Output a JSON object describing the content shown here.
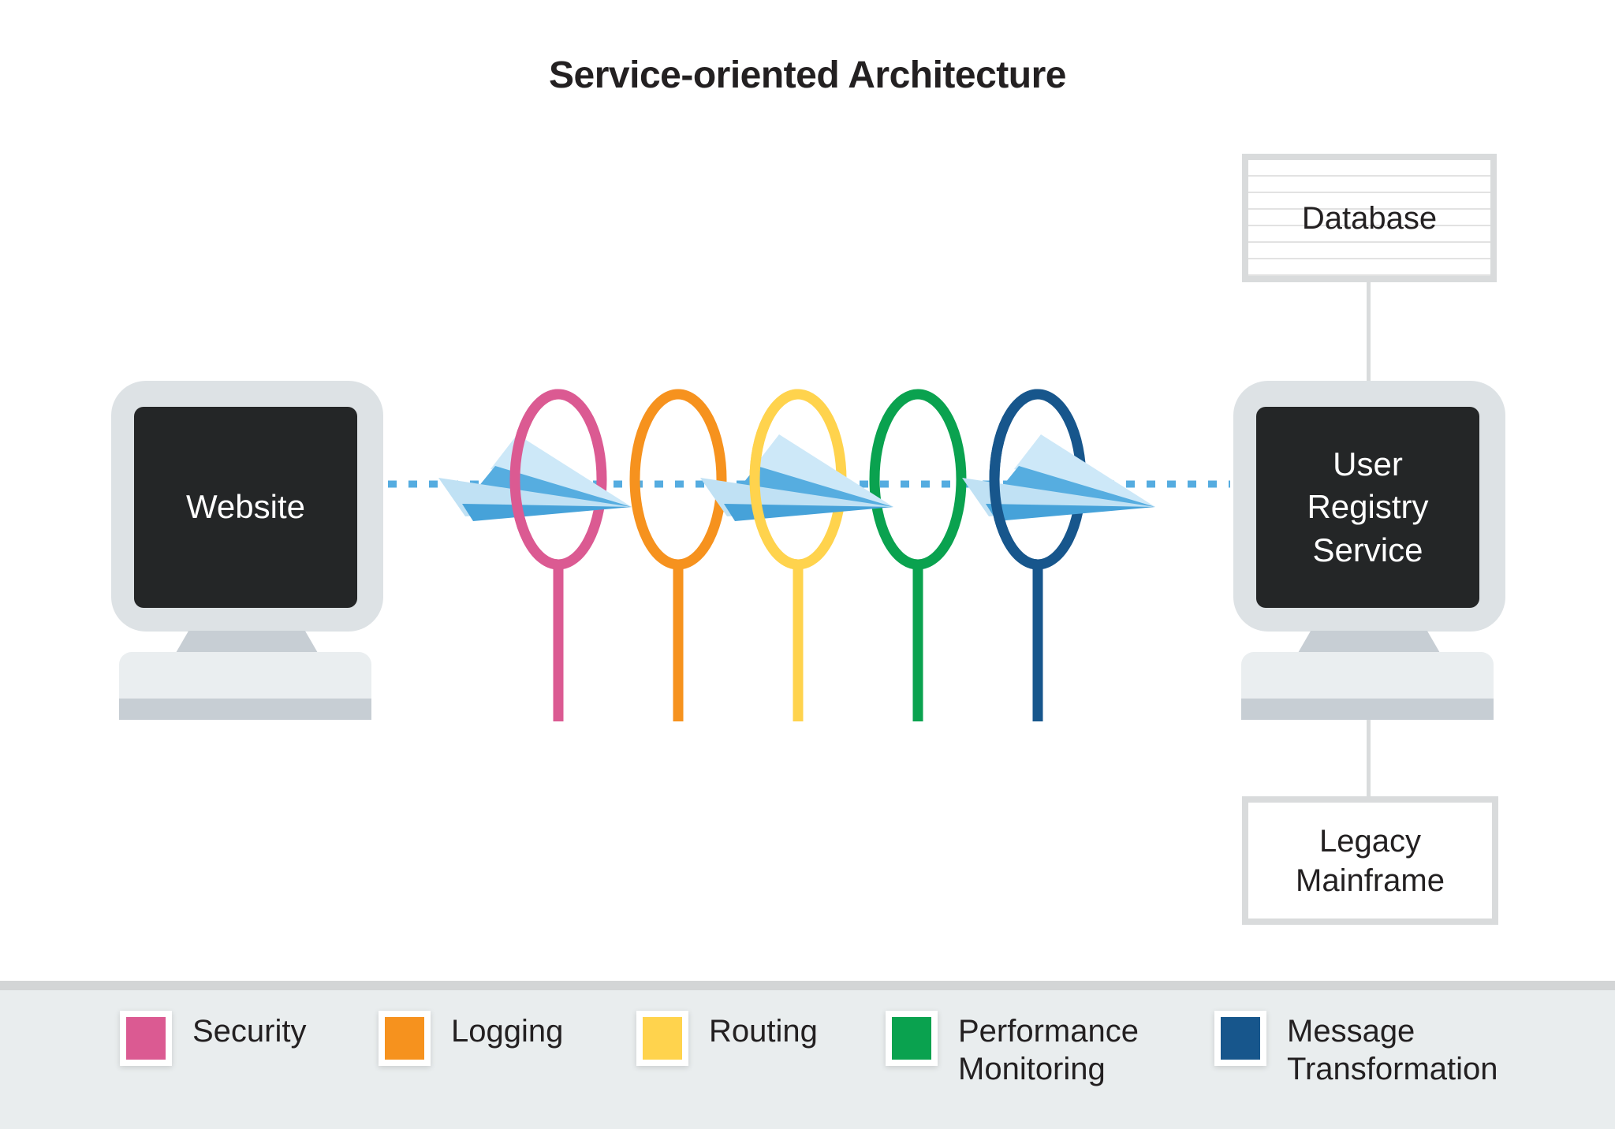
{
  "title": "Service-oriented Architecture",
  "nodes": {
    "website": {
      "label": "Website"
    },
    "user_registry": {
      "label": "User\nRegistry\nService"
    },
    "database": {
      "label": "Database"
    },
    "legacy_mainframe": {
      "label": "Legacy\nMainframe"
    }
  },
  "pipeline": {
    "flow_color": "#55ACE0",
    "rings": [
      {
        "name": "security",
        "color": "#DB5A92"
      },
      {
        "name": "logging",
        "color": "#F6921E"
      },
      {
        "name": "routing",
        "color": "#FFD34D"
      },
      {
        "name": "performance-monitoring",
        "color": "#0AA24F"
      },
      {
        "name": "message-transformation",
        "color": "#17568C"
      }
    ],
    "plane": {
      "lighter": "#CDE8F8",
      "light": "#C0E1F4",
      "mid": "#56ADE0",
      "dark": "#46A2D9"
    }
  },
  "legend": {
    "items": [
      {
        "label": "Security",
        "color": "#DB5A92"
      },
      {
        "label": "Logging",
        "color": "#F6921E"
      },
      {
        "label": "Routing",
        "color": "#FFD34D"
      },
      {
        "label": "Performance\nMonitoring",
        "color": "#0AA24F"
      },
      {
        "label": "Message\nTransformation",
        "color": "#17568C"
      }
    ]
  }
}
